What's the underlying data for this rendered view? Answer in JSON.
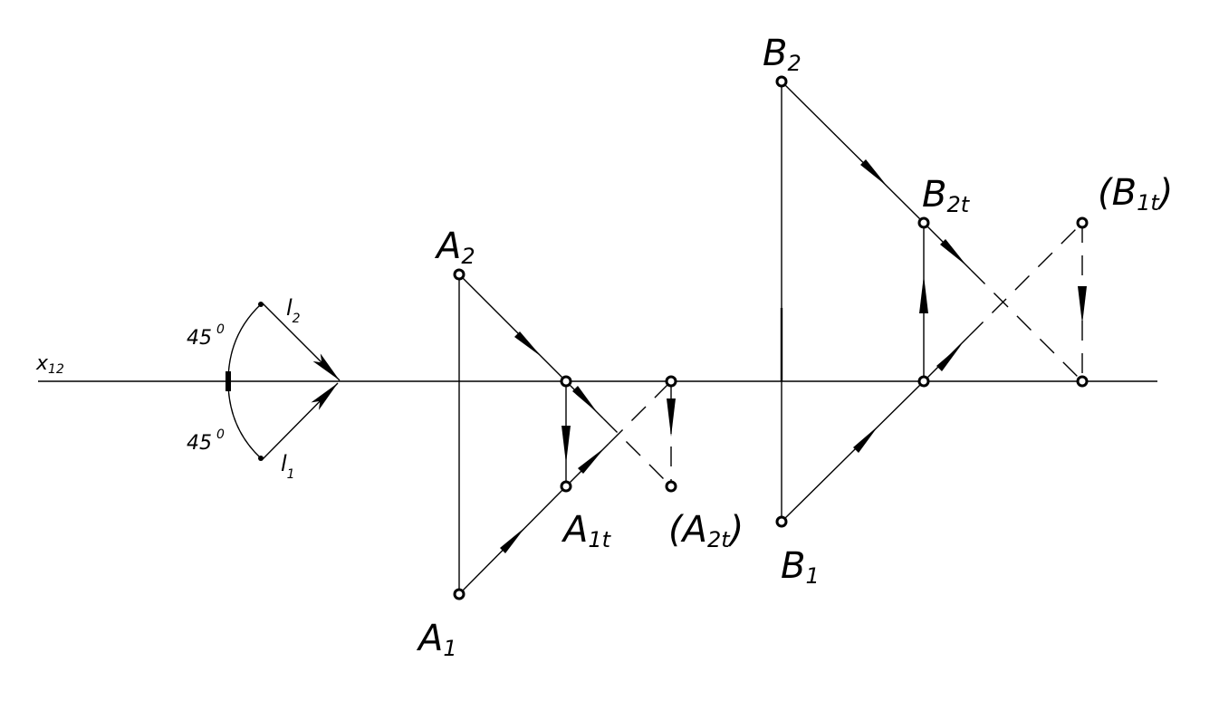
{
  "axis": {
    "base": "x",
    "sub": "12"
  },
  "angles": {
    "upper": "45",
    "lower": "45",
    "degree": "0"
  },
  "lines": {
    "l2": {
      "base": "l",
      "sub": "2"
    },
    "l1": {
      "base": "l",
      "sub": "1"
    }
  },
  "labels": {
    "A2": {
      "base": "A",
      "sub": "2",
      "open": "",
      "close": ""
    },
    "A1": {
      "base": "A",
      "sub": "1",
      "open": "",
      "close": ""
    },
    "A1t": {
      "base": "A",
      "sub": "1t",
      "open": "",
      "close": ""
    },
    "A2t": {
      "base": "A",
      "sub": "2t",
      "open": "(",
      "close": ")"
    },
    "B2": {
      "base": "B",
      "sub": "2",
      "open": "",
      "close": ""
    },
    "B1": {
      "base": "B",
      "sub": "1",
      "open": "",
      "close": ""
    },
    "B2t": {
      "base": "B",
      "sub": "2t",
      "open": "",
      "close": ""
    },
    "B1t": {
      "base": "B",
      "sub": "1t",
      "open": "(",
      "close": ")"
    }
  }
}
